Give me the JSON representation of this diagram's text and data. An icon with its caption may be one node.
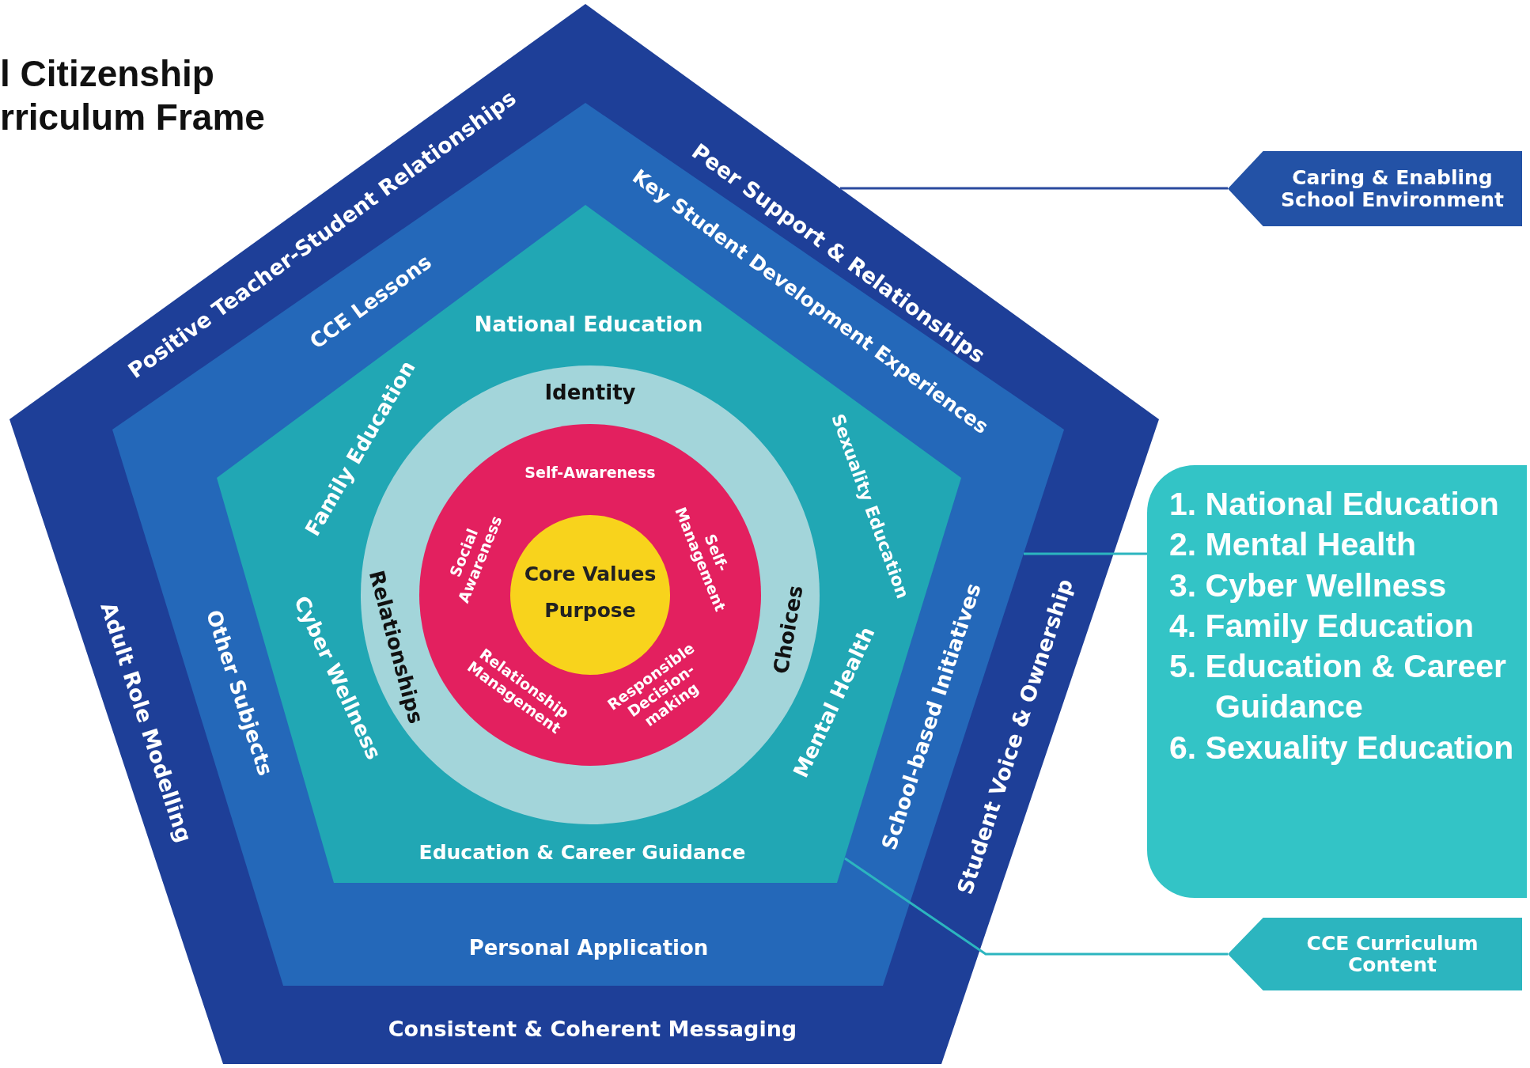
{
  "diagram": {
    "title": "l Citizenship rriculum Frame",
    "nodes": [
      {
        "text": [
          "Positive Teacher-Student Relationships",
          "Peer Support & Relationships",
          "Student Voice & Ownership",
          "Consistent & Coherent Messaging",
          "Adult Role Modelling"
        ]
      },
      {
        "text": [
          "CCE Lessons",
          "Key Student Development Experiences",
          "School-based Initiatives",
          "Personal Application",
          "Other Subjects"
        ],
        "in": 0
      },
      {
        "text": [
          "National Education",
          "Sexuality Education",
          "Mental Health",
          "Education & Career Guidance",
          "Cyber Wellness",
          "Family Education"
        ],
        "in": 1
      },
      {
        "text": [
          "Identity",
          "Choices",
          "Relationships"
        ],
        "in": 2
      },
      {
        "text": [
          "Self-Awareness",
          "Self-Management",
          "Responsible Decision-making",
          "Relationship Management",
          "Social Awareness"
        ],
        "in": 3
      },
      {
        "text": [
          "Core Values",
          "Purpose"
        ],
        "in": 4
      },
      {
        "text": [
          "Caring & Enabling School Environment"
        ]
      },
      {
        "text": [
          "1. National Education",
          "2. Mental Health",
          "3. Cyber Wellness",
          "4. Family Education",
          "5. Education & Career Guidance",
          "6. Sexuality Education"
        ]
      },
      {
        "text": [
          "CCE Curriculum Content"
        ]
      }
    ],
    "edges": [
      {
        "from": 6,
        "to": 0,
        "arrow": "none",
        "color": "#2a4a9e"
      },
      {
        "from": 7,
        "to": 1,
        "arrow": "none"
      },
      {
        "from": 8,
        "to": 2,
        "arrow": "none"
      }
    ]
  }
}
